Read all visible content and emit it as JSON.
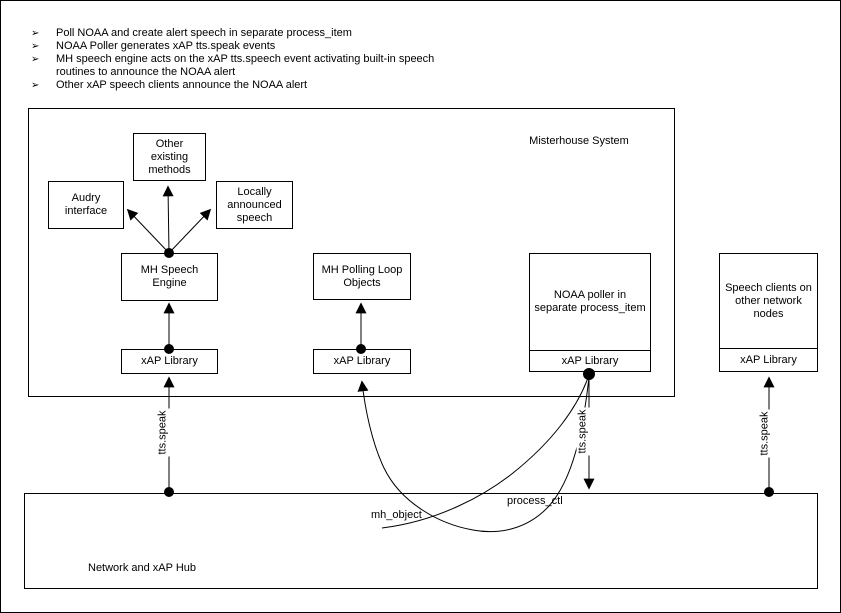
{
  "bullets": {
    "marker": "➢",
    "items": [
      "Poll NOAA and create alert speech in separate process_item",
      "NOAA Poller generates xAP tts.speak events",
      "MH speech engine acts on the xAP tts.speech event activating built-in speech",
      "routines to announce the NOAA alert",
      "Other xAP speech clients announce the NOAA alert"
    ]
  },
  "system": {
    "title": "Misterhouse System",
    "boxes": {
      "other_methods": "Other\nexisting\nmethods",
      "audry": "Audry\ninterface",
      "locally": "Locally\nannounced\nspeech",
      "speech_engine": "MH Speech\nEngine",
      "xap_left": "xAP Library",
      "polling_loop": "MH Polling Loop\nObjects",
      "xap_middle": "xAP Library",
      "noaa_title": "NOAA poller in\nseparate process_item",
      "noaa_xap": "xAP Library"
    }
  },
  "clients": {
    "title": "Speech clients on\nother network\nnodes",
    "xap": "xAP Library"
  },
  "hub": {
    "label": "Network and xAP Hub"
  },
  "edges": {
    "tts_left": "tts.speak",
    "tts_noaa": "tts.speak",
    "tts_right": "tts.speak",
    "mh_object": "mh_object",
    "process_ctl": "process_ctl"
  },
  "colors": {
    "stroke": "#000000",
    "background": "#ffffff"
  }
}
